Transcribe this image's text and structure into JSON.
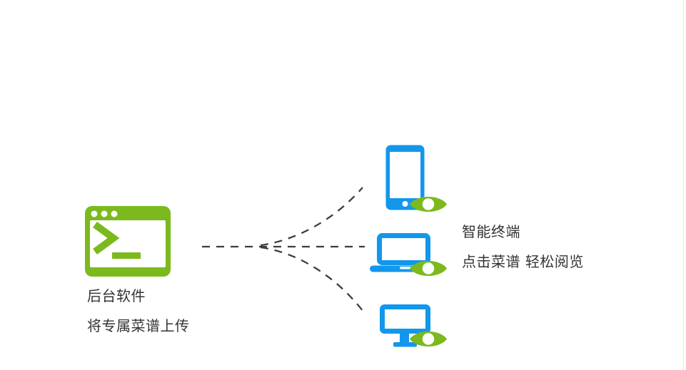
{
  "colors": {
    "green": "#7cb91e",
    "blue": "#1297ec",
    "text": "#333333",
    "dash": "#3d3d3d",
    "border": "#e4e4e4"
  },
  "source": {
    "icon": "terminal-window-icon",
    "line1": "后台软件",
    "line2": "将专属菜谱上传"
  },
  "connector": {
    "style": "dashed",
    "branches": 3
  },
  "targets": {
    "line1": "智能终端",
    "line2": "点击菜谱 轻松阅览",
    "devices": [
      {
        "icon": "smartphone-icon",
        "overlay": "eye-icon"
      },
      {
        "icon": "laptop-icon",
        "overlay": "eye-icon"
      },
      {
        "icon": "monitor-icon",
        "overlay": "eye-icon"
      }
    ]
  }
}
